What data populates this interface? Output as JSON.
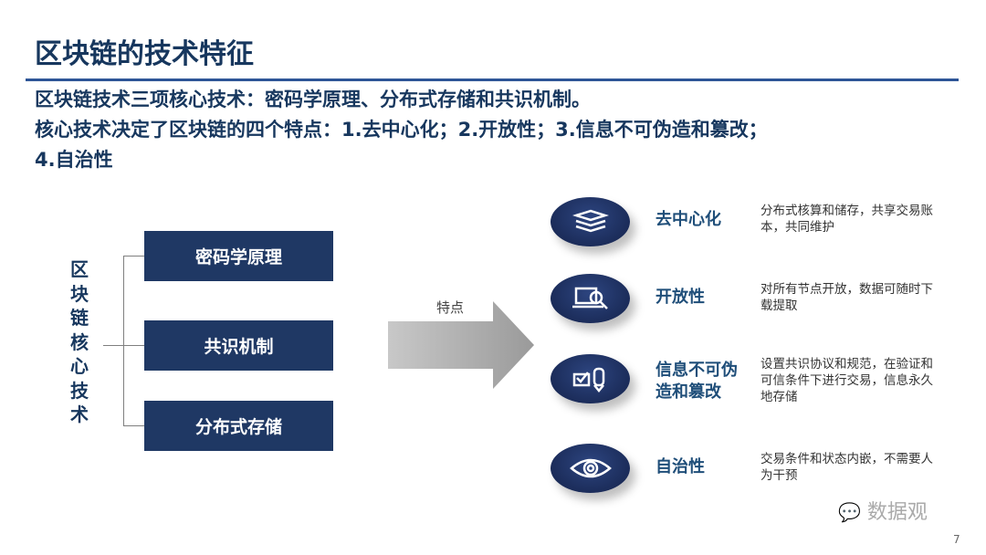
{
  "title": "区块链的技术特征",
  "subtitle": [
    "区块链技术三项核心技术：密码学原理、分布式存储和共识机制。",
    "核心技术决定了区块链的四个特点：1.去中心化；2.开放性；3.信息不可伪造和篡改；",
    "4.自治性"
  ],
  "core_label": "区块链核心技术",
  "core_items": [
    "密码学原理",
    "共识机制",
    "分布式存储"
  ],
  "arrow_label": "特点",
  "features": [
    {
      "title": "去中心化",
      "desc": "分布式核算和储存，共享交易账本，共同维护",
      "icon": "stack-icon"
    },
    {
      "title": "开放性",
      "desc": "对所有节点开放，数据可随时下载提取",
      "icon": "laptop-search-icon"
    },
    {
      "title": "信息不可伪造和篡改",
      "desc": "设置共识协议和规范，在验证和可信条件下进行交易，信息永久地存储",
      "icon": "check-pencil-icon"
    },
    {
      "title": "自治性",
      "desc": "交易条件和状态内嵌，不需要人为干预",
      "icon": "eye-icon"
    }
  ],
  "watermark": "数据观",
  "page_number": "7",
  "colors": {
    "navy": "#1f3864",
    "title": "#17375e",
    "accent": "#1f4e79"
  }
}
